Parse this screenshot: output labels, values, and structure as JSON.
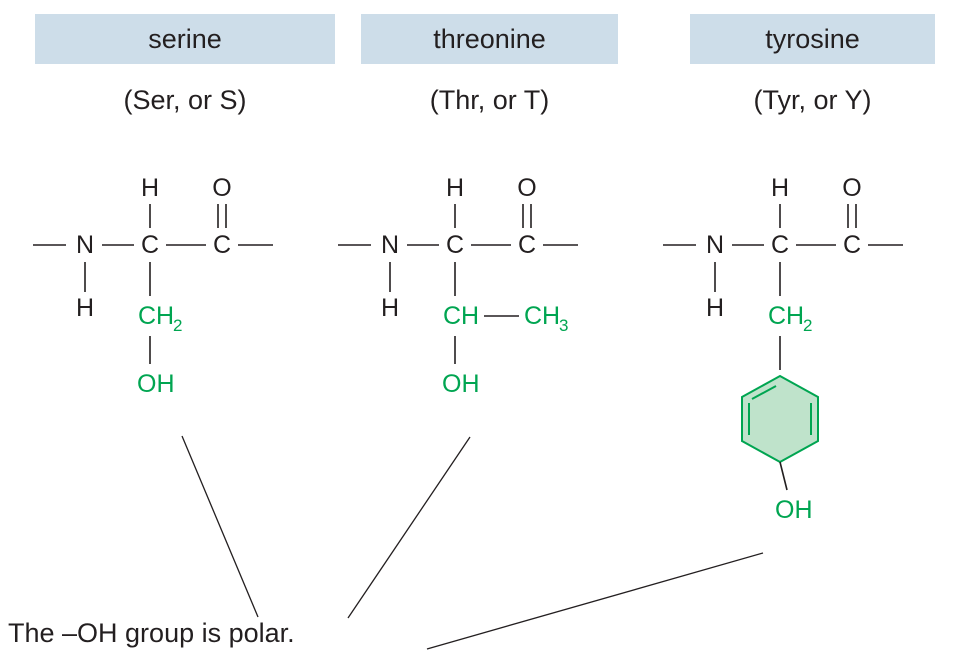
{
  "palette": {
    "header_bg": "#cddde9",
    "ink": "#231f20",
    "side_chain_green": "#00a551",
    "ring_fill": "#bfe3cb"
  },
  "columns": [
    {
      "name": "serine",
      "abbrev": "(Ser, or S)"
    },
    {
      "name": "threonine",
      "abbrev": "(Thr, or T)"
    },
    {
      "name": "tyrosine",
      "abbrev": "(Tyr, or Y)"
    }
  ],
  "atoms": {
    "hydrogen": "H",
    "oxygen": "O",
    "nitrogen": "N",
    "carbon": "C",
    "ch": "CH",
    "sub2": "2",
    "sub3": "3",
    "hydroxyl": "OH"
  },
  "caption": "The –OH group is polar."
}
